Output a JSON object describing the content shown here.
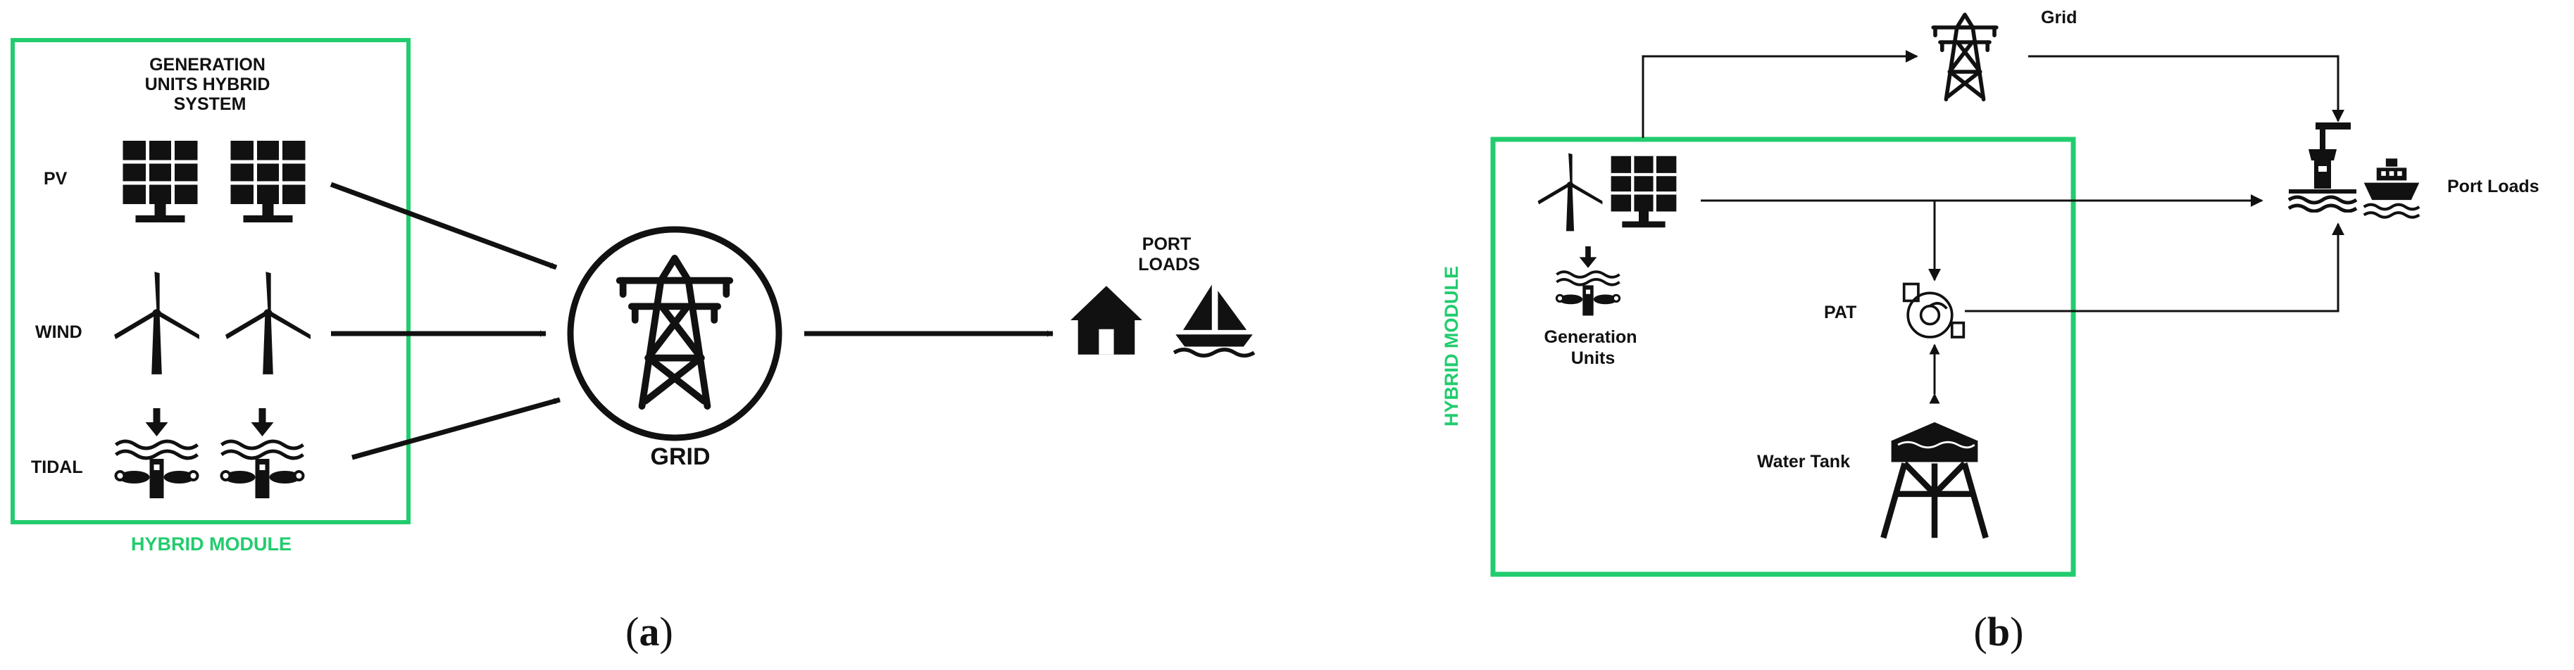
{
  "colors": {
    "accent_green": "#22cc6e",
    "ink": "#111111",
    "background": "#ffffff"
  },
  "panel_a": {
    "module_title": [
      "GENERATION",
      "UNITS HYBRID",
      "SYSTEM"
    ],
    "rows": [
      {
        "label": "PV",
        "icon": "solar-panel-icon"
      },
      {
        "label": "WIND",
        "icon": "wind-turbine-icon"
      },
      {
        "label": "TIDAL",
        "icon": "tidal-turbine-icon"
      }
    ],
    "module_label": "HYBRID MODULE",
    "grid_label": "GRID",
    "grid_icon": "transmission-tower-icon",
    "loads_label": [
      "PORT",
      "LOADS"
    ],
    "load_icons": [
      "house-icon",
      "sailboat-icon"
    ],
    "caption": {
      "open": "(",
      "letter": "a",
      "close": ")"
    }
  },
  "panel_b": {
    "grid_label": "Grid",
    "port_loads_label": "Port Loads",
    "generation_label": [
      "Generation",
      "Units"
    ],
    "pat_label": "PAT",
    "water_tank_label": "Water Tank",
    "module_label": "HYBRID MODULE",
    "icons": [
      "transmission-tower-icon",
      "wind-turbine-icon",
      "solar-panel-icon",
      "tidal-turbine-icon",
      "pump-turbine-icon",
      "water-tower-icon",
      "port-crane-icon",
      "ship-icon"
    ],
    "caption": {
      "open": "(",
      "letter": "b",
      "close": ")"
    }
  }
}
